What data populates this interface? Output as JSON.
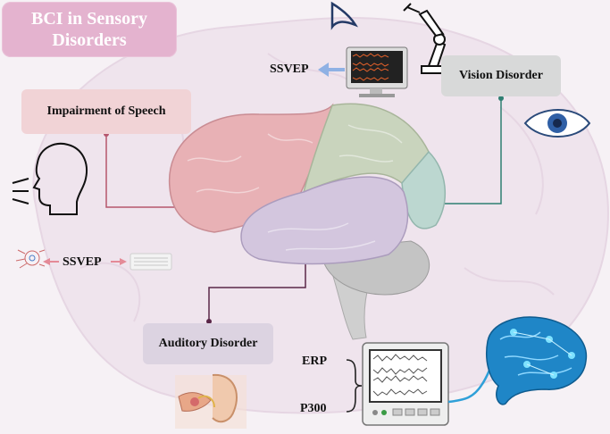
{
  "title": {
    "line1": "BCI in Sensory",
    "line2": "Disorders"
  },
  "labels": {
    "speech": "Impairment of Speech",
    "vision": "Vision Disorder",
    "auditory": "Auditory Disorder"
  },
  "signals": {
    "ssvep_top": "SSVEP",
    "ssvep_mid": "SSVEP",
    "erp": "ERP",
    "p300": "P300"
  },
  "colors": {
    "title_bg": "#e4b3cf",
    "speech_line": "#b5566d",
    "vision_line": "#2f7f72",
    "auditory_line": "#5a2648",
    "arrow_blue": "#8fb1e4",
    "arrow_pink": "#e48a97"
  },
  "icons": [
    "head-speaking-icon",
    "eye-icon",
    "robot-arm-icon",
    "monitor-eeg-icon",
    "keyboard-icon",
    "ear-icon",
    "eeg-device-icon",
    "neural-brain-icon",
    "circuit-brain-icon"
  ]
}
